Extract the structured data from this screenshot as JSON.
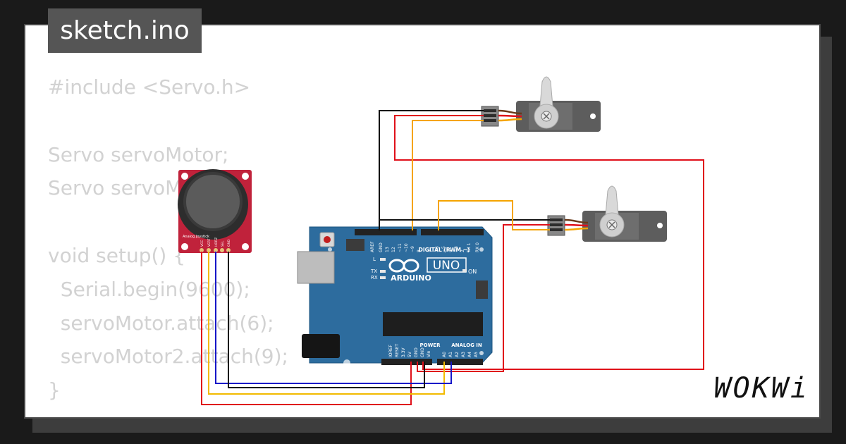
{
  "title": "sketch.ino",
  "code_lines": [
    "#include <Servo.h>",
    "",
    "Servo servoMotor;",
    "Servo servoMotor2;",
    "",
    "void setup() {",
    "  Serial.begin(9600);",
    "  servoMotor.attach(6);",
    "  servoMotor2.attach(9);",
    "}"
  ],
  "brand": "WOKWi",
  "arduino": {
    "model": "UNO",
    "name": "ARDUINO",
    "digital_label": "DIGITAL (PWM ~)",
    "power_label": "POWER",
    "analog_label": "ANALOG IN",
    "on_label": "ON",
    "l_label": "L",
    "tx_label": "TX",
    "rx_label": "RX",
    "top_pins": [
      "AREF",
      "GND",
      "13",
      "12",
      "~11",
      "~10",
      "~9",
      "8",
      "7",
      "~6",
      "~5",
      "4",
      "~3",
      "2",
      "TX 1",
      "RX 0"
    ],
    "power_pins": [
      "IOREF",
      "RESET",
      "3.3V",
      "5V",
      "GND",
      "GND",
      "Vin"
    ],
    "analog_pins": [
      "A0",
      "A1",
      "A2",
      "A3",
      "A4",
      "A5"
    ]
  },
  "joystick": {
    "label": "Analog Joystick",
    "pins": [
      "VCC",
      "VERT",
      "HORZ",
      "SEL",
      "GND"
    ]
  },
  "colors": {
    "background": "#1a1a1a",
    "card": "#ffffff",
    "title_bg": "#555555",
    "code_text": "#d2d2d2",
    "board": "#2d6c9e",
    "joystick_board": "#c0223b",
    "servo": "#5d5d5d",
    "wire_red": "#e0101a",
    "wire_black": "#111111",
    "wire_yellow": "#f2ba00",
    "wire_blue": "#1616c8",
    "wire_orange": "#f5a400"
  }
}
